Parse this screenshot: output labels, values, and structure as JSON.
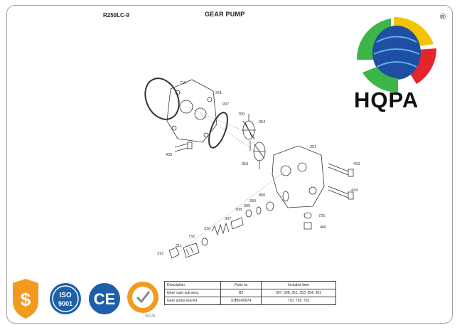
{
  "header": {
    "model": "R250LC-9",
    "title": "GEAR PUMP"
  },
  "brand": {
    "name": "HQPA",
    "registered": "®"
  },
  "callouts": {
    "c710": "710",
    "c261": "261",
    "c937": "937",
    "c700": "700",
    "c354": "354",
    "c435": "435",
    "c351": "351",
    "c433": "433",
    "c353": "353",
    "c434": "434",
    "c850": "850",
    "c355": "355",
    "c309": "309",
    "c308": "308",
    "c307": "307",
    "c725": "725",
    "c466": "466",
    "c310": "310",
    "c732": "732",
    "c311": "311",
    "c312": "312"
  },
  "parts_table": {
    "headers": [
      "Description",
      "Parts no",
      "Included item"
    ],
    "rows": [
      [
        "Gear case sub assy.",
        "B3",
        "307, 308, 351, 353, 354, 361"
      ],
      [
        "Gear pump seal kit",
        "XJBN-00674",
        "710, 725, 732"
      ]
    ]
  },
  "certifications": {
    "iso": "ISO",
    "iso_num": "9001",
    "ce": "CE",
    "sgs": "SGS"
  },
  "colors": {
    "logo_green": "#3cb649",
    "logo_blue": "#1f4fa3",
    "logo_red": "#e4252c",
    "logo_yellow": "#f5c400",
    "cert_orange": "#f39a1e",
    "cert_blue": "#1d5fa8"
  }
}
